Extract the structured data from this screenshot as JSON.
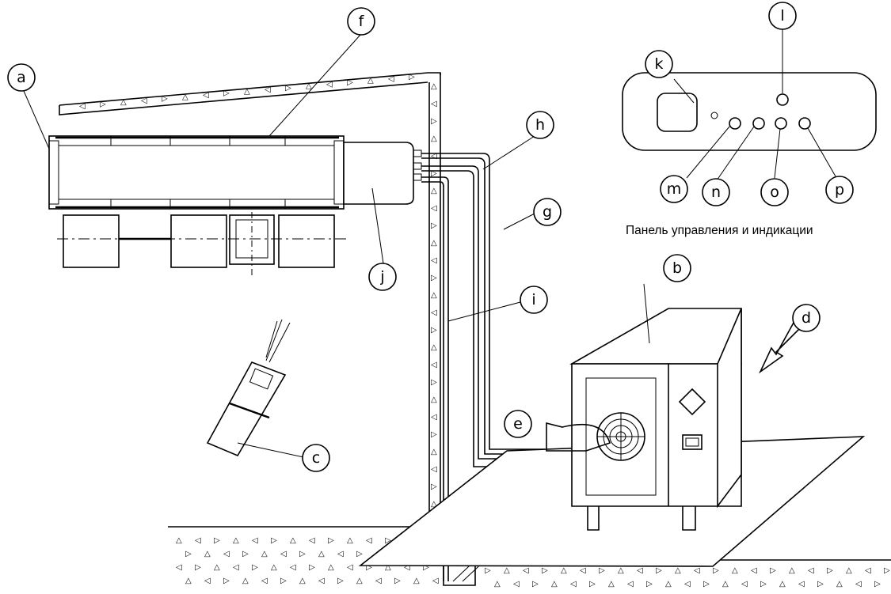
{
  "panel": {
    "caption": "Панель управления и индикации"
  },
  "callouts": {
    "a": "a",
    "b": "b",
    "c": "c",
    "d": "d",
    "e": "e",
    "f": "f",
    "g": "g",
    "h": "h",
    "i": "i",
    "j": "j",
    "k": "k",
    "l": "l",
    "m": "m",
    "n": "n",
    "o": "o",
    "p": "p"
  }
}
